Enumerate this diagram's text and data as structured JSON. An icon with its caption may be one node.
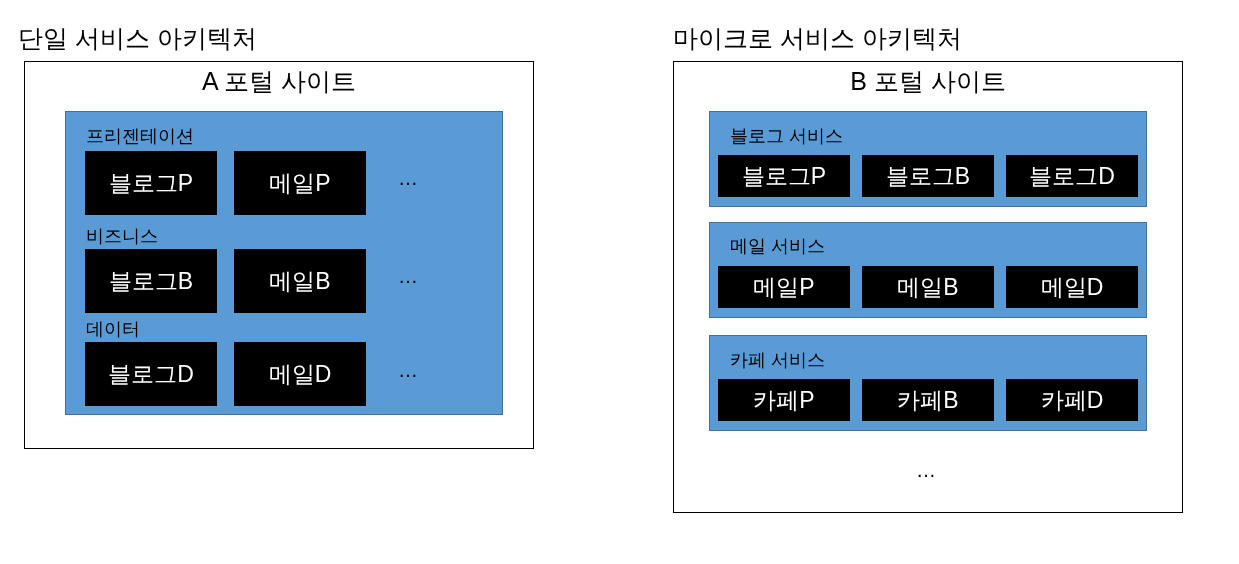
{
  "diagram": {
    "nodes": [
      {
        "text": [
          "단일 서비스 아키텍처",
          "A 포털 사이트"
        ]
      },
      {
        "text": [
          "프리젠테이션",
          "비즈니스",
          "데이터"
        ],
        "in": 0
      },
      {
        "text": [
          "블로그P"
        ],
        "in": 1
      },
      {
        "text": [
          "메일P"
        ],
        "in": 1
      },
      {
        "text": [
          "블로그B"
        ],
        "in": 1
      },
      {
        "text": [
          "메일B"
        ],
        "in": 1
      },
      {
        "text": [
          "블로그D"
        ],
        "in": 1
      },
      {
        "text": [
          "메일D"
        ],
        "in": 1
      },
      {
        "text": [
          "마이크로 서비스 아키텍처",
          "B 포털 사이트"
        ]
      },
      {
        "text": [
          "블로그 서비스"
        ],
        "in": 8
      },
      {
        "text": [
          "블로그P"
        ],
        "in": 9
      },
      {
        "text": [
          "블로그B"
        ],
        "in": 9
      },
      {
        "text": [
          "블로그D"
        ],
        "in": 9
      },
      {
        "text": [
          "메일 서비스"
        ],
        "in": 8
      },
      {
        "text": [
          "메일P"
        ],
        "in": 13
      },
      {
        "text": [
          "메일B"
        ],
        "in": 13
      },
      {
        "text": [
          "메일D"
        ],
        "in": 13
      },
      {
        "text": [
          "카페 서비스"
        ],
        "in": 8
      },
      {
        "text": [
          "카페P"
        ],
        "in": 17
      },
      {
        "text": [
          "카페B"
        ],
        "in": 17
      },
      {
        "text": [
          "카페D"
        ],
        "in": 17
      }
    ],
    "labels": [
      "…",
      "…",
      "…",
      "…"
    ]
  }
}
